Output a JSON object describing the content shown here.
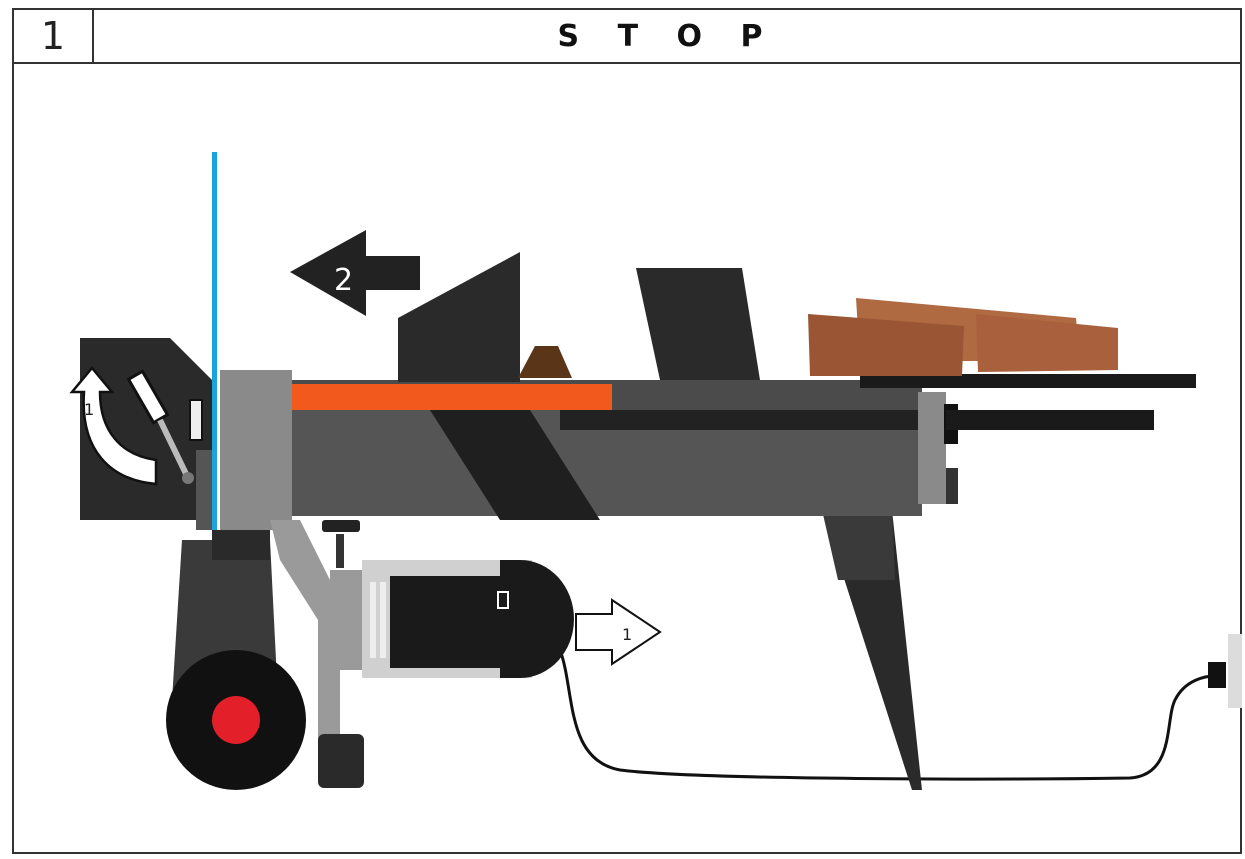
{
  "header": {
    "step_number": "1",
    "title": "S T O P"
  },
  "arrows": {
    "lever_arrow_label": "1",
    "push_arrow_label": "2",
    "motor_arrow_label": "1"
  },
  "colors": {
    "background": "#ffffff",
    "border": "#333333",
    "machine_dark": "#2a2a2a",
    "machine_mid": "#555555",
    "machine_light": "#8a8a8a",
    "ram_orange": "#f25a1d",
    "guide_blue": "#1aa3dc",
    "wheel_red": "#e3202a",
    "wood": "#a8613c"
  }
}
